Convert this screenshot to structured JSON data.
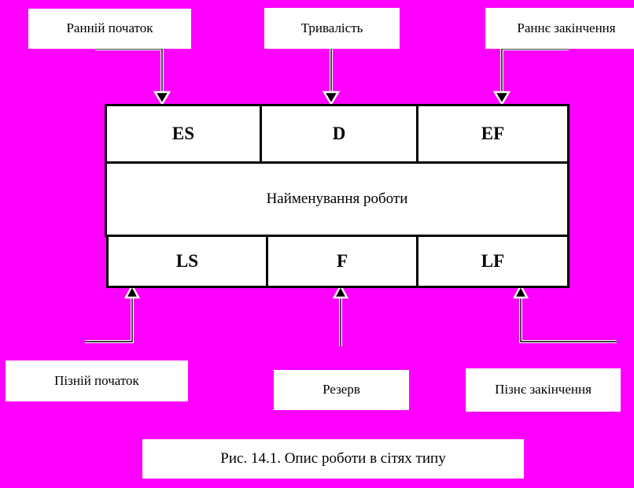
{
  "page": {
    "background_color": "#FF00FF",
    "box_fill_color": "#FFFFFF",
    "line_color": "#000000"
  },
  "top_labels": [
    {
      "id": "early-start",
      "text": "Ранній початок"
    },
    {
      "id": "duration",
      "text": "Тривалість"
    },
    {
      "id": "early-finish",
      "text": "Раннє закінчення"
    }
  ],
  "bottom_labels": [
    {
      "id": "late-start",
      "text": "Пізній початок"
    },
    {
      "id": "reserve",
      "text": "Резерв"
    },
    {
      "id": "late-finish",
      "text": "Пізнє закінчення"
    }
  ],
  "activity_node": {
    "top_row": [
      "ES",
      "D",
      "EF"
    ],
    "middle_row": [
      "Найменування роботи"
    ],
    "bottom_row": [
      "LS",
      "F",
      "LF"
    ]
  },
  "caption": {
    "text": "Рис. 14.1.  Опис роботи в сітях типу"
  },
  "connectors": {
    "arrow_direction_top": "down",
    "arrow_direction_bottom": "up",
    "count": 6
  }
}
